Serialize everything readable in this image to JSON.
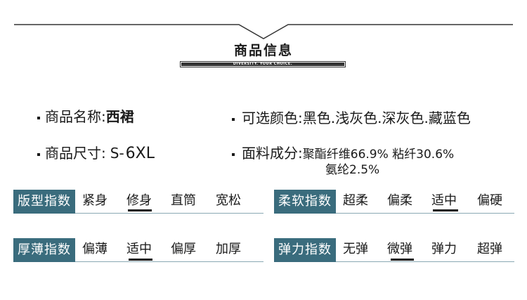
{
  "header": {
    "title": "商品信息",
    "subtitle": "DIVERSITY. YOUR CHOICE."
  },
  "info": {
    "name_label": "商品名称:",
    "name_value": "西裙",
    "size_label": "商品尺寸:",
    "size_value_prefix": "S-",
    "size_value_main": "6XL",
    "color_label": "可选颜色:",
    "color_value": "黑色.浅灰色.深灰色.藏蓝色",
    "fabric_label": "面料成分:",
    "fabric_value_line1": "聚酯纤维66.9% 粘纤30.6%",
    "fabric_value_line2": "氨纶2.5%"
  },
  "indices": {
    "fit": {
      "label": "版型指数",
      "options": [
        "紧身",
        "修身",
        "直筒",
        "宽松"
      ],
      "selected": 1
    },
    "softness": {
      "label": "柔软指数",
      "options": [
        "超柔",
        "偏柔",
        "适中",
        "偏硬"
      ],
      "selected": 2
    },
    "thickness": {
      "label": "厚薄指数",
      "options": [
        "偏薄",
        "适中",
        "偏厚",
        "加厚"
      ],
      "selected": 1
    },
    "elasticity": {
      "label": "弹力指数",
      "options": [
        "无弹",
        "微弹",
        "弹力",
        "超弹"
      ],
      "selected": 1
    }
  }
}
